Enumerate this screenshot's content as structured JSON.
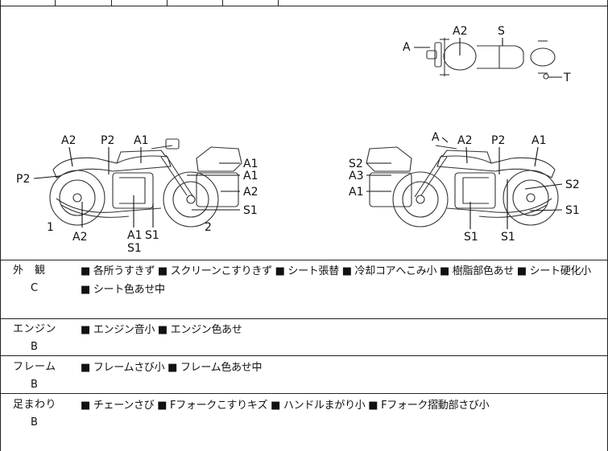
{
  "diagram": {
    "top_view_labels": {
      "a": "A",
      "a2": "A2",
      "s": "S",
      "t": "T"
    },
    "left_view_labels": {
      "a2_top": "A2",
      "p2_top": "P2",
      "a1_top": "A1",
      "p2_side": "P2",
      "a1_r1": "A1",
      "a1_r2": "A1",
      "a2_r3": "A2",
      "s1_r4": "S1",
      "num1": "1",
      "a2_bottom": "A2",
      "a1_bottom": "A1",
      "s1_bottom": "S1",
      "s1_bottom2": "S1",
      "num2": "2"
    },
    "right_view_labels": {
      "a_top": "A",
      "a2_top": "A2",
      "p2_top": "P2",
      "a1_top": "A1",
      "s2_l1": "S2",
      "a3_l2": "A3",
      "a1_l3": "A1",
      "s2_r": "S2",
      "s1_r": "S1",
      "s1_b1": "S1",
      "s1_b2": "S1"
    }
  },
  "conditions": [
    {
      "category": "外　観",
      "grade": "C",
      "details": "■ 各所うすきず ■ スクリーンこすりきず ■ シート張替 ■ 冷却コアへこみ小 ■ 樹脂部色あせ ■ シート硬化小 ■ シート色あせ中"
    },
    {
      "category": "エンジン",
      "grade": "B",
      "details": "■ エンジン音小 ■ エンジン色あせ"
    },
    {
      "category": "フレーム",
      "grade": "B",
      "details": "■ フレームさび小 ■ フレーム色あせ中"
    },
    {
      "category": "足まわり",
      "grade": "B",
      "details": "■ チェーンさび ■ Fフォークこすりキズ ■ ハンドルまがり小 ■ Fフォーク摺動部さび小"
    }
  ]
}
